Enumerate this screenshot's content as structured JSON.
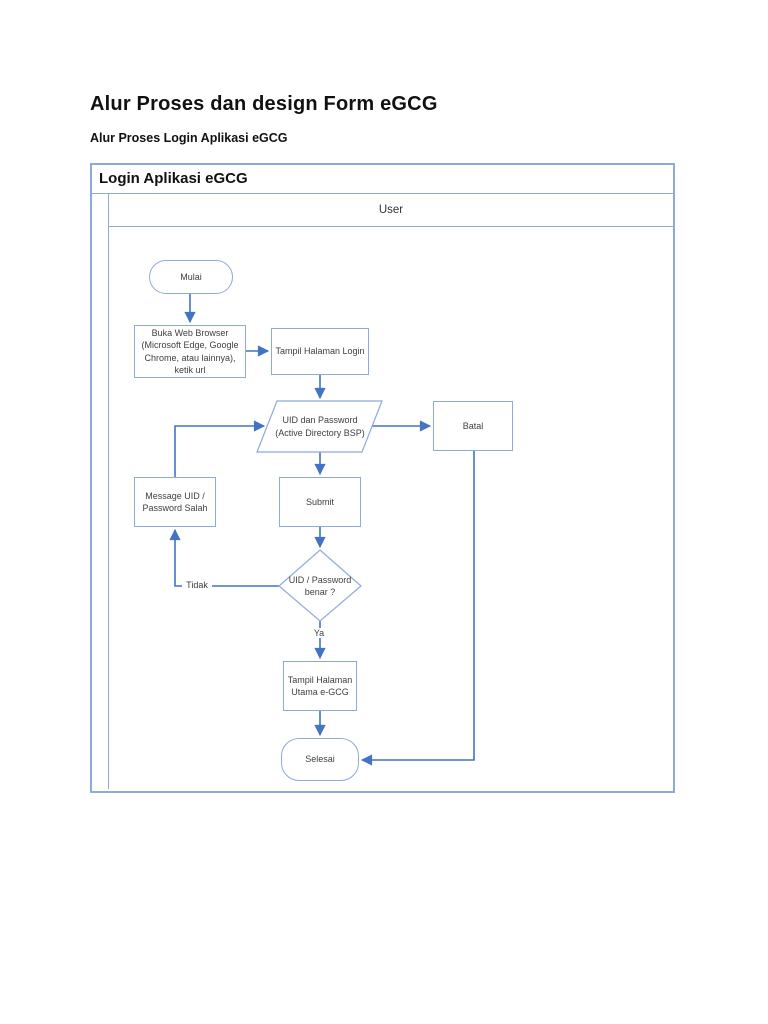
{
  "page": {
    "heading": "Alur Proses dan design Form eGCG",
    "subheading": "Alur Proses Login Aplikasi eGCG"
  },
  "diagram": {
    "title": "Login Aplikasi eGCG",
    "lane": "User",
    "colors": {
      "shape_border": "#8EAADB",
      "frame_border": "#8EAADB",
      "connector": "#4472C4",
      "text": "#3f3f3f"
    },
    "nodes": {
      "start": "Mulai",
      "open_browser": "Buka Web Browser (Microsoft Edge, Google Chrome, atau lainnya), ketik url",
      "show_login": "Tampil Halaman Login",
      "input_credentials": "UID dan Password (Active Directory BSP)",
      "cancel": "Batal",
      "error_message": "Message UID / Password Salah",
      "submit": "Submit",
      "decision": "UID / Password benar ?",
      "show_main": "Tampil Halaman Utama e-GCG",
      "end": "Selesai"
    },
    "edge_labels": {
      "no": "Tidak",
      "yes": "Ya"
    }
  }
}
